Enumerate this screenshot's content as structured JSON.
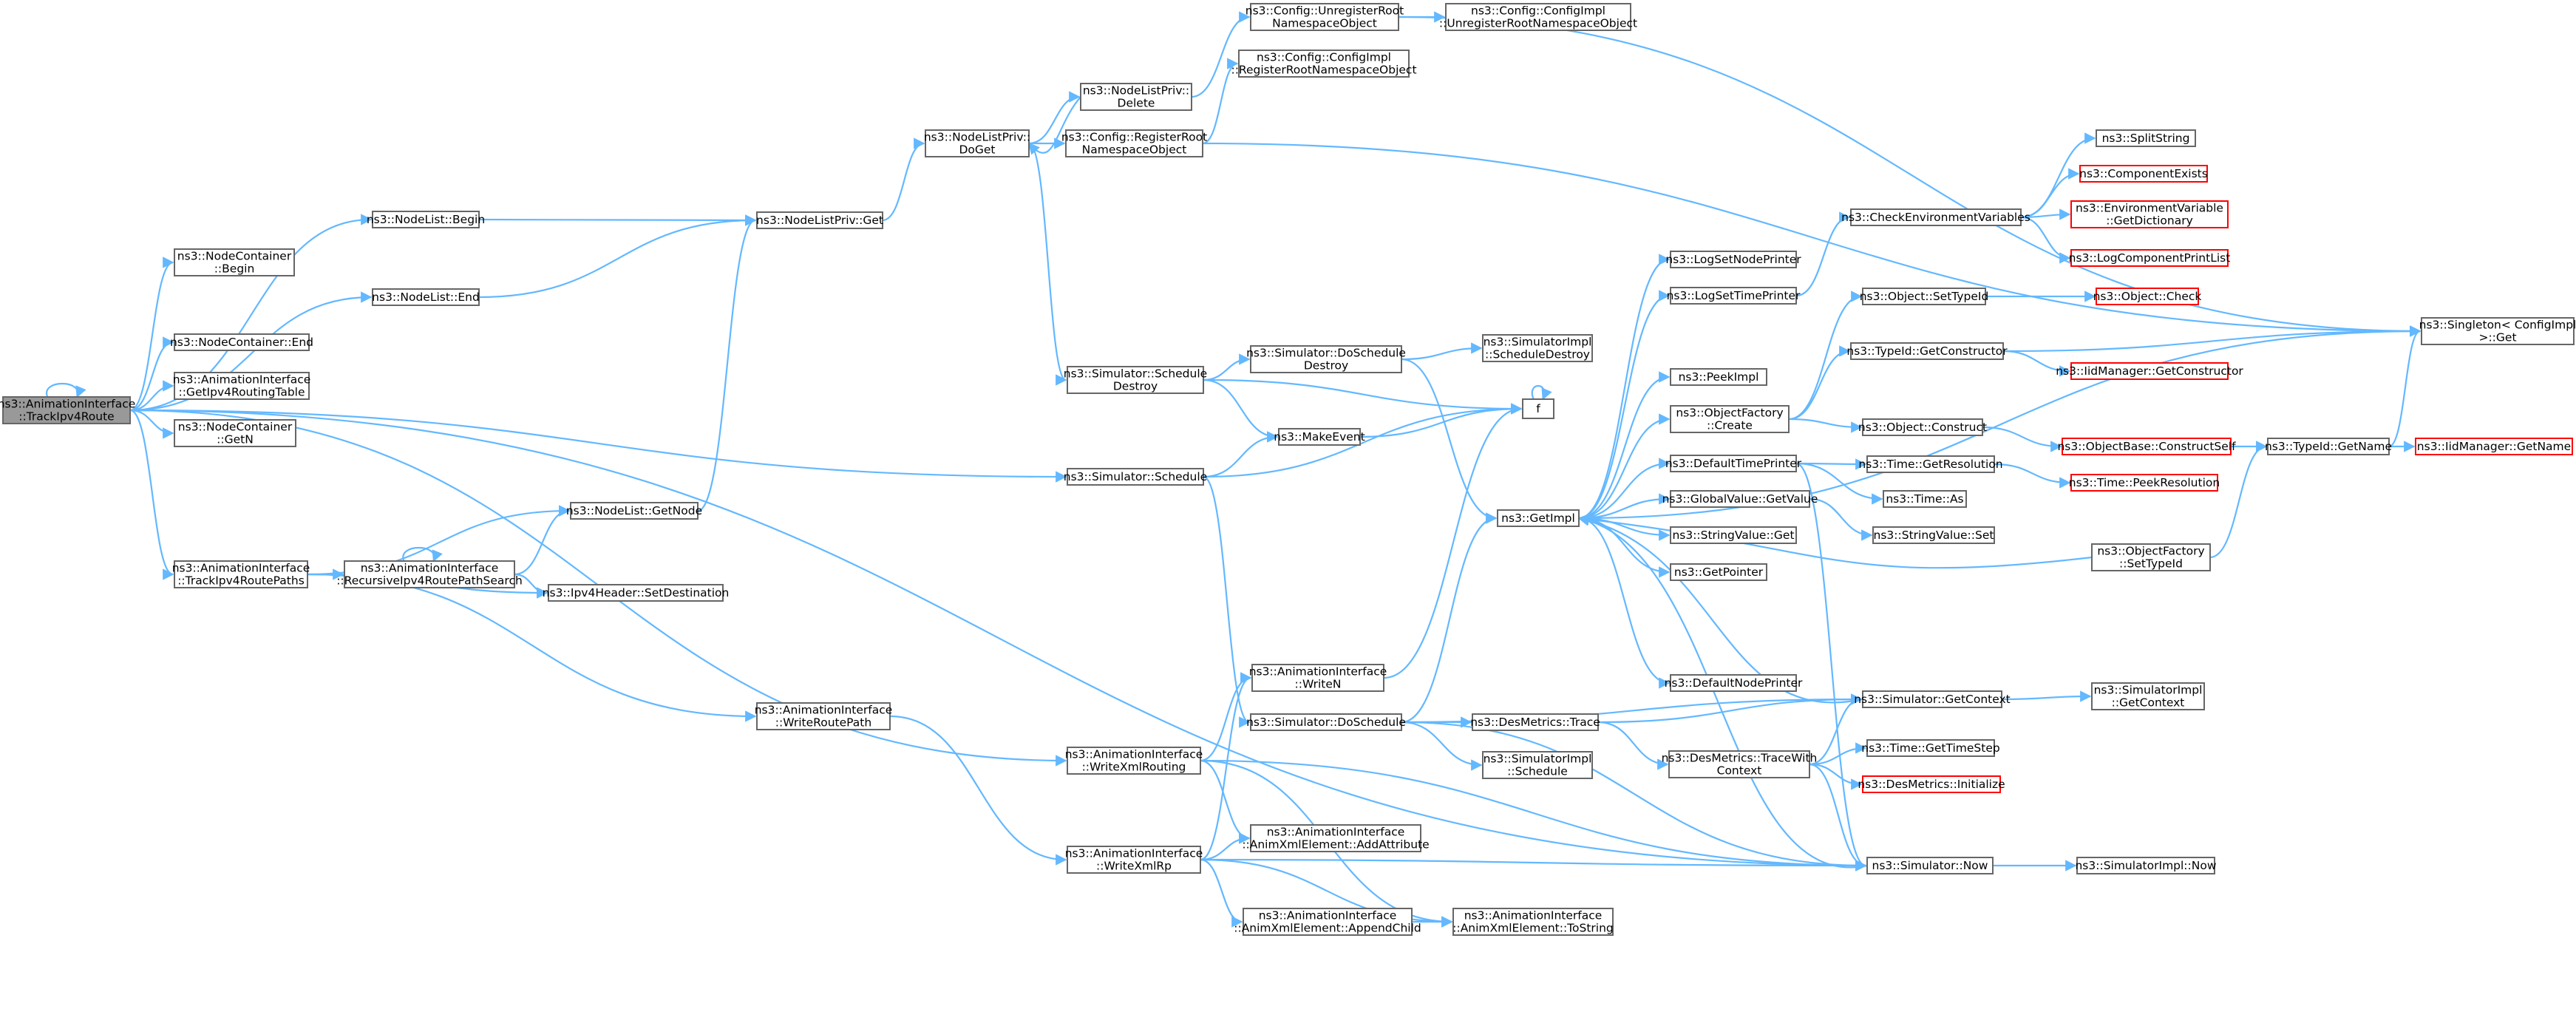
{
  "diagram": {
    "type": "call-graph",
    "root_node": "n0",
    "colors": {
      "edge": "#63b8ff",
      "border": "#666666",
      "truncated_border": "#ff0000",
      "root_fill": "#999999",
      "node_fill": "#ffffff"
    },
    "nodes": [
      {
        "id": "n0",
        "lines": [
          "ns3::AnimationInterface",
          "::TrackIpv4Route"
        ],
        "style": "root"
      },
      {
        "id": "n1",
        "lines": [
          "ns3::NodeList::Begin"
        ]
      },
      {
        "id": "n2",
        "lines": [
          "ns3::NodeContainer",
          "::Begin"
        ]
      },
      {
        "id": "n3",
        "lines": [
          "ns3::NodeList::End"
        ]
      },
      {
        "id": "n4",
        "lines": [
          "ns3::NodeContainer::End"
        ]
      },
      {
        "id": "n5",
        "lines": [
          "ns3::AnimationInterface",
          "::GetIpv4RoutingTable"
        ]
      },
      {
        "id": "n6",
        "lines": [
          "ns3::NodeContainer",
          "::GetN"
        ]
      },
      {
        "id": "n7",
        "lines": [
          "ns3::AnimationInterface",
          "::TrackIpv4RoutePaths"
        ]
      },
      {
        "id": "n8",
        "lines": [
          "ns3::AnimationInterface",
          "::RecursiveIpv4RoutePathSearch"
        ]
      },
      {
        "id": "n9",
        "lines": [
          "ns3::NodeList::GetNode"
        ]
      },
      {
        "id": "n10",
        "lines": [
          "ns3::Ipv4Header::SetDestination"
        ]
      },
      {
        "id": "n11",
        "lines": [
          "ns3::AnimationInterface",
          "::WriteRoutePath"
        ]
      },
      {
        "id": "n12",
        "lines": [
          "ns3::NodeListPriv::Get"
        ]
      },
      {
        "id": "n13",
        "lines": [
          "ns3::NodeListPriv::",
          "DoGet"
        ]
      },
      {
        "id": "n14",
        "lines": [
          "ns3::NodeListPriv::",
          "Delete"
        ]
      },
      {
        "id": "n15",
        "lines": [
          "ns3::Config::RegisterRoot",
          "NamespaceObject"
        ]
      },
      {
        "id": "n16",
        "lines": [
          "ns3::Config::UnregisterRoot",
          "NamespaceObject"
        ]
      },
      {
        "id": "n17",
        "lines": [
          "ns3::Config::ConfigImpl",
          "::RegisterRootNamespaceObject"
        ]
      },
      {
        "id": "n18",
        "lines": [
          "ns3::Config::ConfigImpl",
          "::UnregisterRootNamespaceObject"
        ]
      },
      {
        "id": "n19",
        "lines": [
          "ns3::Simulator::Schedule",
          "Destroy"
        ]
      },
      {
        "id": "n20",
        "lines": [
          "ns3::Simulator::Schedule"
        ]
      },
      {
        "id": "n21",
        "lines": [
          "ns3::AnimationInterface",
          "::WriteXmlRouting"
        ]
      },
      {
        "id": "n22",
        "lines": [
          "ns3::AnimationInterface",
          "::WriteXmlRp"
        ]
      },
      {
        "id": "n23",
        "lines": [
          "ns3::Simulator::DoSchedule",
          "Destroy"
        ]
      },
      {
        "id": "n24",
        "lines": [
          "ns3::SimulatorImpl",
          "::ScheduleDestroy"
        ]
      },
      {
        "id": "n25",
        "lines": [
          "ns3::MakeEvent"
        ]
      },
      {
        "id": "n26",
        "lines": [
          "f"
        ]
      },
      {
        "id": "n27",
        "lines": [
          "ns3::AnimationInterface",
          "::WriteN"
        ]
      },
      {
        "id": "n28",
        "lines": [
          "ns3::Simulator::DoSchedule"
        ]
      },
      {
        "id": "n29",
        "lines": [
          "ns3::AnimationInterface",
          "::AnimXmlElement::AddAttribute"
        ]
      },
      {
        "id": "n30",
        "lines": [
          "ns3::AnimationInterface",
          "::AnimXmlElement::AppendChild"
        ]
      },
      {
        "id": "n31",
        "lines": [
          "ns3::AnimationInterface",
          "::AnimXmlElement::ToString"
        ]
      },
      {
        "id": "n32",
        "lines": [
          "ns3::GetImpl"
        ]
      },
      {
        "id": "n33",
        "lines": [
          "ns3::DesMetrics::Trace"
        ]
      },
      {
        "id": "n34",
        "lines": [
          "ns3::SimulatorImpl",
          "::Schedule"
        ]
      },
      {
        "id": "n35",
        "lines": [
          "ns3::LogSetNodePrinter"
        ]
      },
      {
        "id": "n36",
        "lines": [
          "ns3::LogSetTimePrinter"
        ]
      },
      {
        "id": "n37",
        "lines": [
          "ns3::PeekImpl"
        ]
      },
      {
        "id": "n38",
        "lines": [
          "ns3::ObjectFactory",
          "::Create"
        ]
      },
      {
        "id": "n39",
        "lines": [
          "ns3::DefaultTimePrinter"
        ]
      },
      {
        "id": "n40",
        "lines": [
          "ns3::GlobalValue::GetValue"
        ]
      },
      {
        "id": "n41",
        "lines": [
          "ns3::StringValue::Get"
        ]
      },
      {
        "id": "n42",
        "lines": [
          "ns3::GetPointer"
        ]
      },
      {
        "id": "n43",
        "lines": [
          "ns3::DefaultNodePrinter"
        ]
      },
      {
        "id": "n44",
        "lines": [
          "ns3::DesMetrics::TraceWith",
          "Context"
        ]
      },
      {
        "id": "n45",
        "lines": [
          "ns3::CheckEnvironmentVariables"
        ]
      },
      {
        "id": "n46",
        "lines": [
          "ns3::Object::SetTypeId"
        ]
      },
      {
        "id": "n47",
        "lines": [
          "ns3::TypeId::GetConstructor"
        ]
      },
      {
        "id": "n48",
        "lines": [
          "ns3::Object::Construct"
        ]
      },
      {
        "id": "n49",
        "lines": [
          "ns3::Time::GetResolution"
        ]
      },
      {
        "id": "n50",
        "lines": [
          "ns3::Time::As"
        ]
      },
      {
        "id": "n51",
        "lines": [
          "ns3::StringValue::Set"
        ]
      },
      {
        "id": "n52",
        "lines": [
          "ns3::Simulator::GetContext"
        ]
      },
      {
        "id": "n53",
        "lines": [
          "ns3::Time::GetTimeStep"
        ]
      },
      {
        "id": "n54",
        "lines": [
          "ns3::DesMetrics::Initialize"
        ],
        "style": "truncated"
      },
      {
        "id": "n55",
        "lines": [
          "ns3::Simulator::Now"
        ]
      },
      {
        "id": "n56",
        "lines": [
          "ns3::SplitString"
        ]
      },
      {
        "id": "n57",
        "lines": [
          "ns3::ComponentExists"
        ],
        "style": "truncated"
      },
      {
        "id": "n58",
        "lines": [
          "ns3::EnvironmentVariable",
          "::GetDictionary"
        ],
        "style": "truncated"
      },
      {
        "id": "n59",
        "lines": [
          "ns3::LogComponentPrintList"
        ],
        "style": "truncated"
      },
      {
        "id": "n60",
        "lines": [
          "ns3::Object::Check"
        ],
        "style": "truncated"
      },
      {
        "id": "n61",
        "lines": [
          "ns3::IidManager::GetConstructor"
        ],
        "style": "truncated"
      },
      {
        "id": "n62",
        "lines": [
          "ns3::ObjectBase::ConstructSelf"
        ],
        "style": "truncated"
      },
      {
        "id": "n63",
        "lines": [
          "ns3::Time::PeekResolution"
        ],
        "style": "truncated"
      },
      {
        "id": "n64",
        "lines": [
          "ns3::ObjectFactory",
          "::SetTypeId"
        ]
      },
      {
        "id": "n65",
        "lines": [
          "ns3::SimulatorImpl",
          "::GetContext"
        ]
      },
      {
        "id": "n66",
        "lines": [
          "ns3::SimulatorImpl::Now"
        ]
      },
      {
        "id": "n67",
        "lines": [
          "ns3::Singleton< ConfigImpl",
          ">::Get"
        ]
      },
      {
        "id": "n68",
        "lines": [
          "ns3::TypeId::GetName"
        ]
      },
      {
        "id": "n69",
        "lines": [
          "ns3::IidManager::GetName"
        ],
        "style": "truncated"
      }
    ],
    "edges": [
      [
        "n0",
        "n0"
      ],
      [
        "n0",
        "n1"
      ],
      [
        "n0",
        "n2"
      ],
      [
        "n0",
        "n3"
      ],
      [
        "n0",
        "n4"
      ],
      [
        "n0",
        "n5"
      ],
      [
        "n0",
        "n6"
      ],
      [
        "n0",
        "n7"
      ],
      [
        "n0",
        "n20"
      ],
      [
        "n0",
        "n21"
      ],
      [
        "n0",
        "n55"
      ],
      [
        "n1",
        "n12"
      ],
      [
        "n3",
        "n12"
      ],
      [
        "n12",
        "n13"
      ],
      [
        "n13",
        "n14"
      ],
      [
        "n14",
        "n13"
      ],
      [
        "n13",
        "n15"
      ],
      [
        "n13",
        "n19"
      ],
      [
        "n14",
        "n16"
      ],
      [
        "n16",
        "n18"
      ],
      [
        "n16",
        "n67"
      ],
      [
        "n15",
        "n17"
      ],
      [
        "n15",
        "n67"
      ],
      [
        "n7",
        "n8"
      ],
      [
        "n7",
        "n9"
      ],
      [
        "n7",
        "n10"
      ],
      [
        "n7",
        "n11"
      ],
      [
        "n8",
        "n8"
      ],
      [
        "n8",
        "n9"
      ],
      [
        "n8",
        "n10"
      ],
      [
        "n9",
        "n12"
      ],
      [
        "n11",
        "n22"
      ],
      [
        "n19",
        "n23"
      ],
      [
        "n19",
        "n25"
      ],
      [
        "n19",
        "n26"
      ],
      [
        "n23",
        "n24"
      ],
      [
        "n23",
        "n32"
      ],
      [
        "n20",
        "n25"
      ],
      [
        "n20",
        "n26"
      ],
      [
        "n20",
        "n28"
      ],
      [
        "n25",
        "n26"
      ],
      [
        "n26",
        "n26"
      ],
      [
        "n21",
        "n27"
      ],
      [
        "n21",
        "n29"
      ],
      [
        "n21",
        "n31"
      ],
      [
        "n21",
        "n55"
      ],
      [
        "n27",
        "n26"
      ],
      [
        "n22",
        "n27"
      ],
      [
        "n22",
        "n29"
      ],
      [
        "n22",
        "n30"
      ],
      [
        "n22",
        "n31"
      ],
      [
        "n22",
        "n55"
      ],
      [
        "n30",
        "n31"
      ],
      [
        "n28",
        "n32"
      ],
      [
        "n28",
        "n33"
      ],
      [
        "n28",
        "n34"
      ],
      [
        "n28",
        "n52"
      ],
      [
        "n28",
        "n55"
      ],
      [
        "n32",
        "n35"
      ],
      [
        "n32",
        "n36"
      ],
      [
        "n32",
        "n37"
      ],
      [
        "n32",
        "n38"
      ],
      [
        "n32",
        "n39"
      ],
      [
        "n32",
        "n40"
      ],
      [
        "n32",
        "n41"
      ],
      [
        "n32",
        "n42"
      ],
      [
        "n32",
        "n43"
      ],
      [
        "n32",
        "n67"
      ],
      [
        "n36",
        "n45"
      ],
      [
        "n38",
        "n46"
      ],
      [
        "n38",
        "n47"
      ],
      [
        "n38",
        "n48"
      ],
      [
        "n39",
        "n49"
      ],
      [
        "n39",
        "n50"
      ],
      [
        "n39",
        "n55"
      ],
      [
        "n40",
        "n51"
      ],
      [
        "n33",
        "n44"
      ],
      [
        "n33",
        "n52"
      ],
      [
        "n44",
        "n52"
      ],
      [
        "n44",
        "n53"
      ],
      [
        "n44",
        "n54"
      ],
      [
        "n44",
        "n55"
      ],
      [
        "n52",
        "n32"
      ],
      [
        "n52",
        "n65"
      ],
      [
        "n55",
        "n32"
      ],
      [
        "n55",
        "n66"
      ],
      [
        "n64",
        "n32"
      ],
      [
        "n64",
        "n68"
      ],
      [
        "n45",
        "n56"
      ],
      [
        "n45",
        "n57"
      ],
      [
        "n45",
        "n58"
      ],
      [
        "n45",
        "n59"
      ],
      [
        "n46",
        "n60"
      ],
      [
        "n47",
        "n61"
      ],
      [
        "n47",
        "n67"
      ],
      [
        "n48",
        "n62"
      ],
      [
        "n62",
        "n68"
      ],
      [
        "n49",
        "n63"
      ],
      [
        "n68",
        "n67"
      ],
      [
        "n68",
        "n69"
      ]
    ]
  }
}
